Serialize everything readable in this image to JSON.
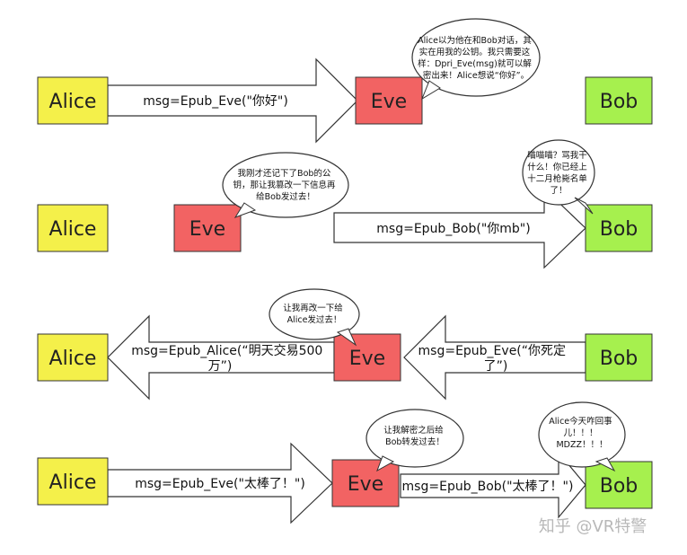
{
  "colors": {
    "alice": "#f4f04a",
    "eve": "#f26363",
    "bob": "#a6f04e",
    "arrow_fill": "#ffffff",
    "stroke": "#333333"
  },
  "rows": [
    {
      "alice": "Alice",
      "eve": "Eve",
      "bob": "Bob",
      "message": "msg=Epub_Eve(\"你好\")",
      "bubble": [
        "Alice以为他在和Bob对话，其",
        "实在用我的公钥。我只需要这",
        "样：Dpri_Eve(msg)就可以解",
        "密出来！Alice想说“你好”。"
      ]
    },
    {
      "alice": "Alice",
      "eve": "Eve",
      "bob": "Bob",
      "message": "msg=Epub_Bob(\"你mb\")",
      "bubble_eve": [
        "我刚才还记下了Bob的公",
        "钥，那让我篡改一下信息再",
        "给Bob发过去！"
      ],
      "bubble_bob": [
        "喵喵喵？骂我干",
        "什么！你已经上",
        "十二月枪毙名单",
        "了！"
      ]
    },
    {
      "alice": "Alice",
      "eve": "Eve",
      "bob": "Bob",
      "message_left": [
        "msg=Epub_Alice(“明天交易500",
        "万”)"
      ],
      "message_right": [
        "msg=Epub_Eve(“你死定",
        "了”)"
      ],
      "bubble": [
        "让我再改一下给",
        "Alice发过去！"
      ]
    },
    {
      "alice": "Alice",
      "eve": "Eve",
      "bob": "Bob",
      "message_left": "msg=Epub_Eve(\"太棒了！\")",
      "message_right": "msg=Epub_Bob(\"太棒了！\")",
      "bubble_eve": [
        "让我解密之后给",
        "Bob转发过去！"
      ],
      "bubble_bob": [
        "Alice今天咋回事",
        "儿！！！",
        "MDZZ！！！"
      ]
    }
  ],
  "watermark": "知乎 @VR特警"
}
